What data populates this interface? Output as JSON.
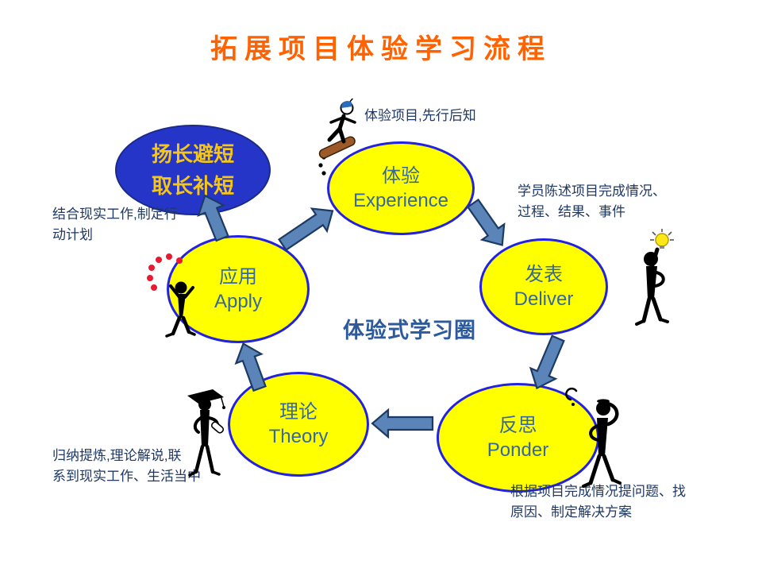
{
  "slide": {
    "title": "拓展项目体验学习流程",
    "center_label": "体验式学习圈"
  },
  "goal_ellipse": {
    "line1": "扬长避短",
    "line2": "取长补短"
  },
  "stages": [
    {
      "id": "experience",
      "zh": "体验",
      "en": "Experience"
    },
    {
      "id": "deliver",
      "zh": "发表",
      "en": "Deliver"
    },
    {
      "id": "ponder",
      "zh": "反思",
      "en": "Ponder"
    },
    {
      "id": "theory",
      "zh": "理论",
      "en": "Theory"
    },
    {
      "id": "apply",
      "zh": "应用",
      "en": "Apply"
    }
  ],
  "annotations": {
    "experience": "体验项目,先行后知",
    "deliver_line1": "学员陈述项目完成情况、",
    "deliver_line2": "过程、结果、事件",
    "ponder_line1": "根据项目完成情况提问题、找",
    "ponder_line2": "原因、制定解决方案",
    "theory_line1": "归纳提炼,理论解说,联",
    "theory_line2": "系到现实工作、生活当中",
    "apply_line1": "结合现实工作,制定行",
    "apply_line2": "动计划"
  },
  "cliparts": [
    "skateboarder-figure",
    "idea-lightbulb-figure",
    "pondering-question-figure",
    "graduate-scholar-figure",
    "juggling-balls-figure"
  ],
  "colors": {
    "title_orange": "#FF6200",
    "stage_fill_yellow": "#FFFF00",
    "stage_border_blue": "#2222E0",
    "stage_text_blue": "#35689F",
    "goal_fill_blue": "#2435C8",
    "goal_text_gold": "#F5C518",
    "note_navy": "#1F3864",
    "arrow_fill": "#5B84B8",
    "arrow_outline": "#1C3A63"
  }
}
